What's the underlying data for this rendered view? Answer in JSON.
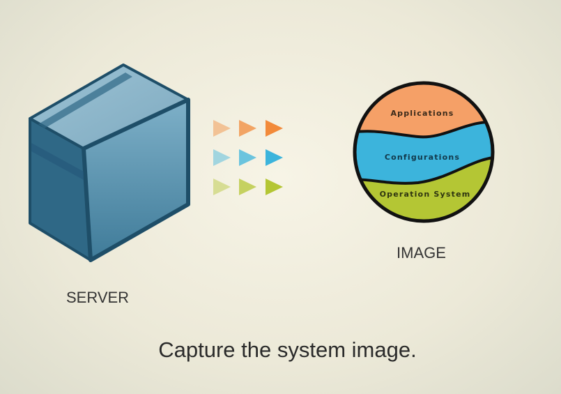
{
  "server": {
    "label": "SERVER"
  },
  "image": {
    "label": "IMAGE",
    "layers": [
      "Applications",
      "Configurations",
      "Operation System"
    ]
  },
  "caption": "Capture the system image.",
  "colors": {
    "orange": "#f28a3a",
    "blue": "#3cb4dc",
    "green": "#b4c634",
    "server": "#4d88a6"
  }
}
